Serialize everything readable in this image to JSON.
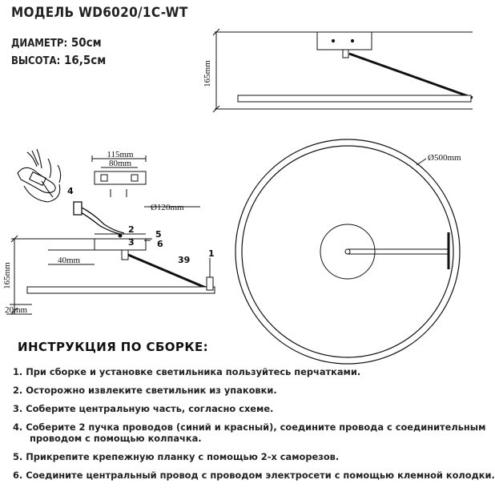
{
  "header": {
    "model": "МОДЕЛЬ WD6020/1C-WT",
    "diameter_label": "ДИАМЕТР:",
    "diameter_value": "50см",
    "height_label": "ВЫСОТА:",
    "height_value": "16,5см"
  },
  "drawing": {
    "side_height": "165mm",
    "top_width": "115mm",
    "top_inner": "80mm",
    "canopy_diameter": "Ø120mm",
    "canopy_depth": "40mm",
    "ring_thickness": "20mm",
    "assembly_height": "165mm",
    "ring_diameter": "Ø500mm",
    "callouts": [
      "4",
      "2",
      "3",
      "5",
      "39",
      "1",
      "6"
    ]
  },
  "instructions": {
    "title": "ИНСТРУКЦИЯ ПО СБОРКЕ:",
    "steps": [
      {
        "text": "1. При сборке и установке светильника пользуйтесь перчатками.",
        "cont": ""
      },
      {
        "text": "2. Осторожно извлеките светильник из упаковки.",
        "cont": ""
      },
      {
        "text": "3. Соберите центральную часть, согласно схеме.",
        "cont": ""
      },
      {
        "text": "4. Соберите 2 пучка проводов (синий и красный), соедините провода с соединительным",
        "cont": "проводом с помощью колпачка."
      },
      {
        "text": "5. Прикрепите крепежную планку с помощью 2-х саморезов.",
        "cont": ""
      },
      {
        "text": "6. Соедините центральный провод с проводом электросети с помощью клемной колодки.",
        "cont": ""
      }
    ]
  }
}
